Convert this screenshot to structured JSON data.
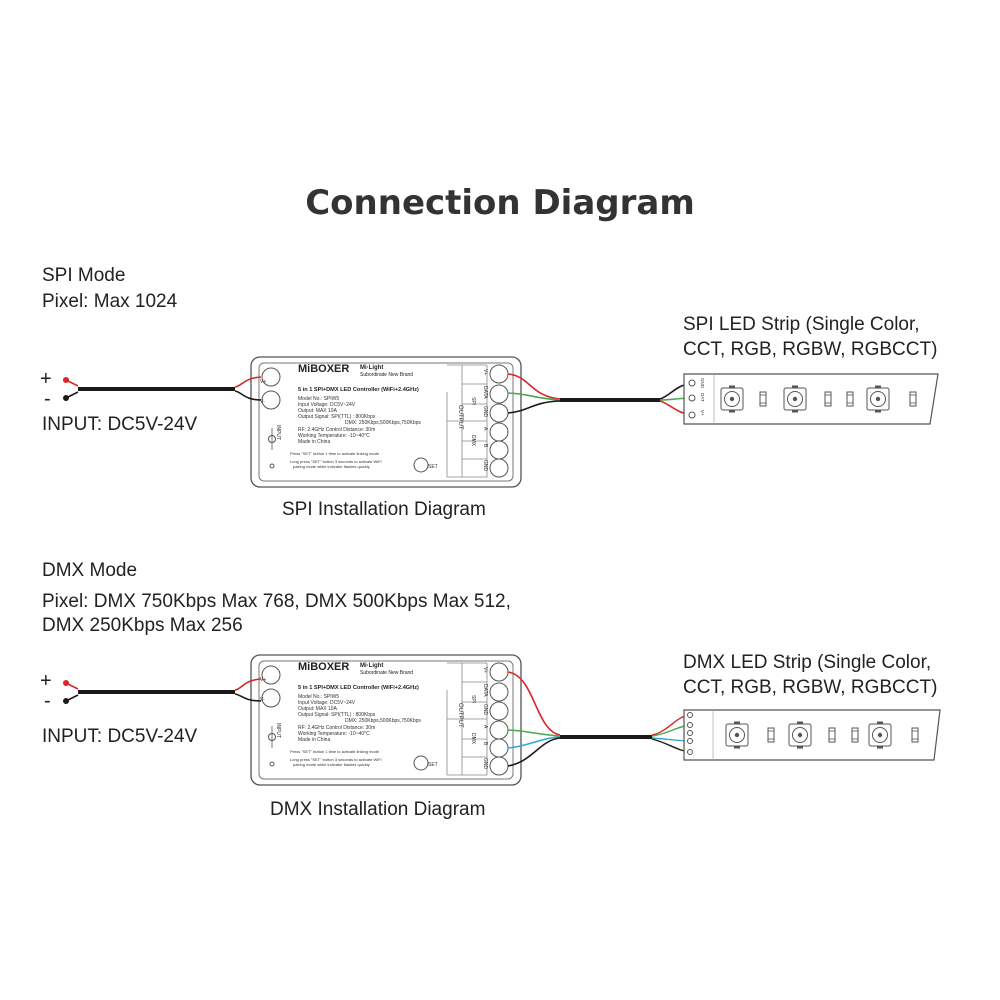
{
  "title": "Connection Diagram",
  "spi": {
    "mode": "SPI Mode",
    "pixel": "Pixel: Max 1024",
    "plus": "+",
    "minus": "-",
    "input": "INPUT: DC5V-24V",
    "strip_line1": "SPI LED Strip (Single Color,",
    "strip_line2": "CCT, RGB, RGBW, RGBCCT)",
    "caption": "SPI Installation Diagram",
    "strip_pads": [
      "GND",
      "DAT",
      "V+"
    ]
  },
  "dmx": {
    "mode": "DMX Mode",
    "pixel_line1": "Pixel: DMX 750Kbps Max 768, DMX 500Kbps Max 512,",
    "pixel_line2": "DMX 250Kbps Max 256",
    "plus": "+",
    "minus": "-",
    "input": "INPUT: DC5V-24V",
    "strip_line1": "DMX LED Strip (Single Color,",
    "strip_line2": "CCT, RGB, RGBW, RGBCCT)",
    "caption": "DMX Installation Diagram"
  },
  "controller": {
    "brand": "MiBOXER",
    "sub_brand_1": "Mi·Light",
    "sub_brand_2": "Subordinate New Brand",
    "product": "5 in 1 SPI+DMX LED Controller (WiFi+2.4GHz)",
    "specs": [
      "Model No.: SPIW5",
      "Input Voltage: DC5V~24V",
      "Output: MAX 10A",
      "Output Signal: SPI(TTL) : 800Kbps",
      "DMX: 250Kbps,500Kbps,750Kbps",
      "RF: 2.4GHz  Control Distance: 30m",
      "Working Temperature: -10~40°C",
      "Made in China"
    ],
    "notes": [
      "Press \"SET\" button 1 time to activate linking mode",
      "Long press \"SET\" button 3 seconds to activate WiFi",
      "pairing mode while indicator flashes quickly"
    ],
    "in_pos": "V+",
    "in_neg": "V-",
    "input_label": "INPUT",
    "set_label": "SET",
    "output_label": "OUTPUT",
    "spi_label": "SPI",
    "dmx_label": "DMX",
    "terminals": [
      "V+",
      "DATA",
      "GND",
      "A",
      "B",
      "GND"
    ]
  },
  "colors": {
    "wire_red": "#d8262b",
    "wire_green": "#4aa84e",
    "wire_blue": "#35a7d8",
    "wire_black": "#1a1a1a",
    "outline": "#555555"
  }
}
